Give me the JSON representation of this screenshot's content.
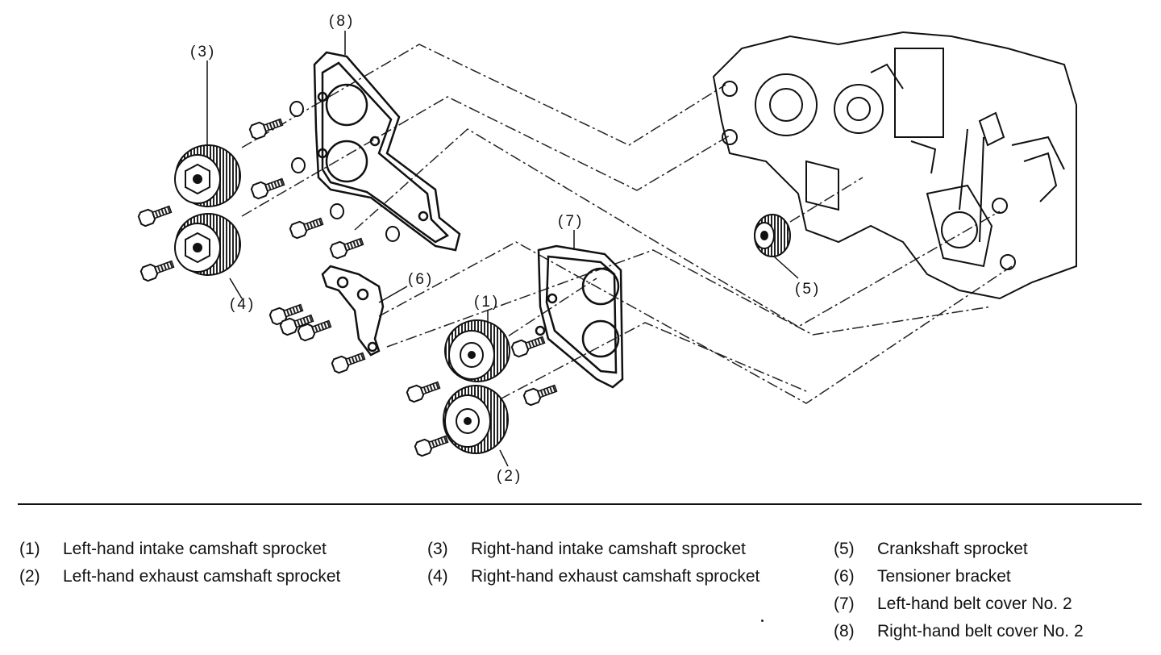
{
  "callouts": {
    "c1": "(1)",
    "c2": "(2)",
    "c3": "(3)",
    "c4": "(4)",
    "c5": "(5)",
    "c6": "(6)",
    "c7": "(7)",
    "c8": "(8)"
  },
  "legend": [
    {
      "num": "(1)",
      "label": "Left-hand intake camshaft sprocket"
    },
    {
      "num": "(2)",
      "label": "Left-hand exhaust camshaft sprocket"
    },
    {
      "num": "(3)",
      "label": "Right-hand intake camshaft sprocket"
    },
    {
      "num": "(4)",
      "label": "Right-hand exhaust camshaft sprocket"
    },
    {
      "num": "(5)",
      "label": "Crankshaft sprocket"
    },
    {
      "num": "(6)",
      "label": "Tensioner bracket"
    },
    {
      "num": "(7)",
      "label": "Left-hand belt cover No. 2"
    },
    {
      "num": "(8)",
      "label": "Right-hand belt cover No. 2"
    }
  ]
}
